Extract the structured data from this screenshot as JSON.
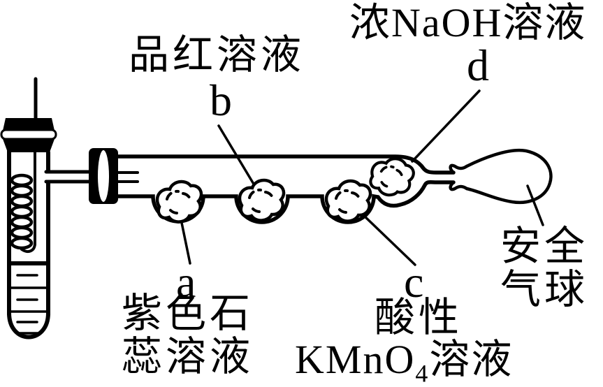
{
  "colors": {
    "ink": "#000000",
    "background": "#ffffff"
  },
  "labels": {
    "fuchsin_solution": "品红溶液",
    "point_b": "b",
    "conc_naoh_solution": "浓NaOH溶液",
    "point_d": "d",
    "point_a": "a",
    "purple_litmus_line1": "紫色石",
    "purple_litmus_line2": "蕊溶液",
    "point_c": "c",
    "acidic_prefix": "酸性",
    "kmno4_formula_prefix": "KMnO",
    "kmno4_formula_subscript": "4",
    "kmno4_suffix": "溶液",
    "safety_balloon_line1": "安全",
    "safety_balloon_line2": "气球"
  },
  "apparatus_parts": {
    "test_tube": "test-tube-with-heating-coil",
    "spiral_coil": "spiral-wire-coil",
    "liquid": "liquid-in-test-tube",
    "delivery_tube": "thin-delivery-tube",
    "stopper": "rubber-stopper",
    "main_tube": "horizontal-tube-with-wells",
    "cotton_balls": [
      "a",
      "b",
      "c",
      "d"
    ],
    "balloon": "safety-balloon"
  }
}
